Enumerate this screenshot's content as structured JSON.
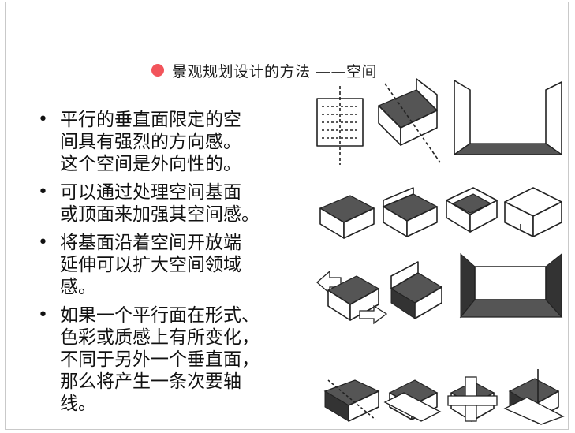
{
  "slide": {
    "title": "景观规划设计的方法 ——空间",
    "title_dot_color": "#f2545b",
    "bullets": [
      {
        "lines": [
          "平行的垂直面限定的空",
          "间具有强烈的方向感。",
          "这个空间是外向性的。"
        ]
      },
      {
        "lines": [
          "可以通过处理空间基面",
          "或顶面来加强其空间感。"
        ]
      },
      {
        "lines": [
          "将基面沿着空间开放端",
          "延伸可以扩大空间领域",
          "感。"
        ]
      },
      {
        "lines": [
          "如果一个平行面在形式、",
          "色彩或质感上有所变化，",
          "不同于另外一个垂直面，",
          "那么将产生一条次要轴",
          "线。"
        ]
      }
    ]
  }
}
